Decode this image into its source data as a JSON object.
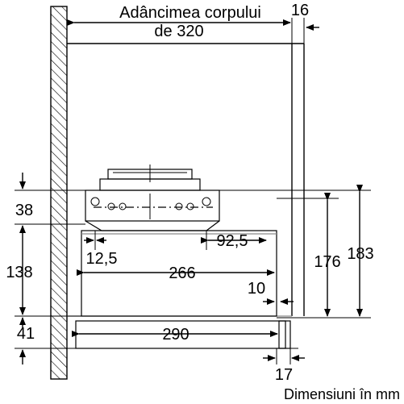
{
  "cabinet_depth_label_line1": "Adâncimea corpului",
  "cabinet_depth_label_line2": "de 320",
  "dim_16": "16",
  "dim_38": "38",
  "dim_138": "138",
  "dim_41": "41",
  "dim_12_5": "12,5",
  "dim_92_5": "92,5",
  "dim_266": "266",
  "dim_176": "176",
  "dim_183": "183",
  "dim_10": "10",
  "dim_290": "290",
  "dim_17": "17",
  "units_note": "Dimensiuni în mm"
}
